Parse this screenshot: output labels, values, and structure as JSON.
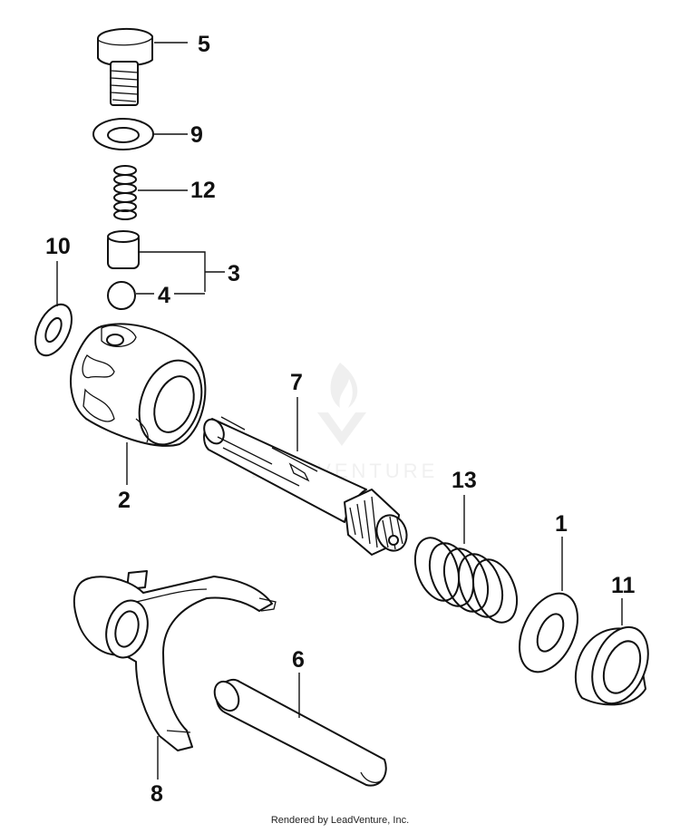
{
  "callouts": {
    "c1": "1",
    "c2": "2",
    "c3": "3",
    "c4": "4",
    "c5": "5",
    "c6": "6",
    "c7": "7",
    "c8": "8",
    "c9": "9",
    "c10": "10",
    "c11": "11",
    "c12": "12",
    "c13": "13"
  },
  "watermark": {
    "text": "LEADVENTURE"
  },
  "footer": {
    "text": "Rendered by LeadVenture, Inc."
  }
}
